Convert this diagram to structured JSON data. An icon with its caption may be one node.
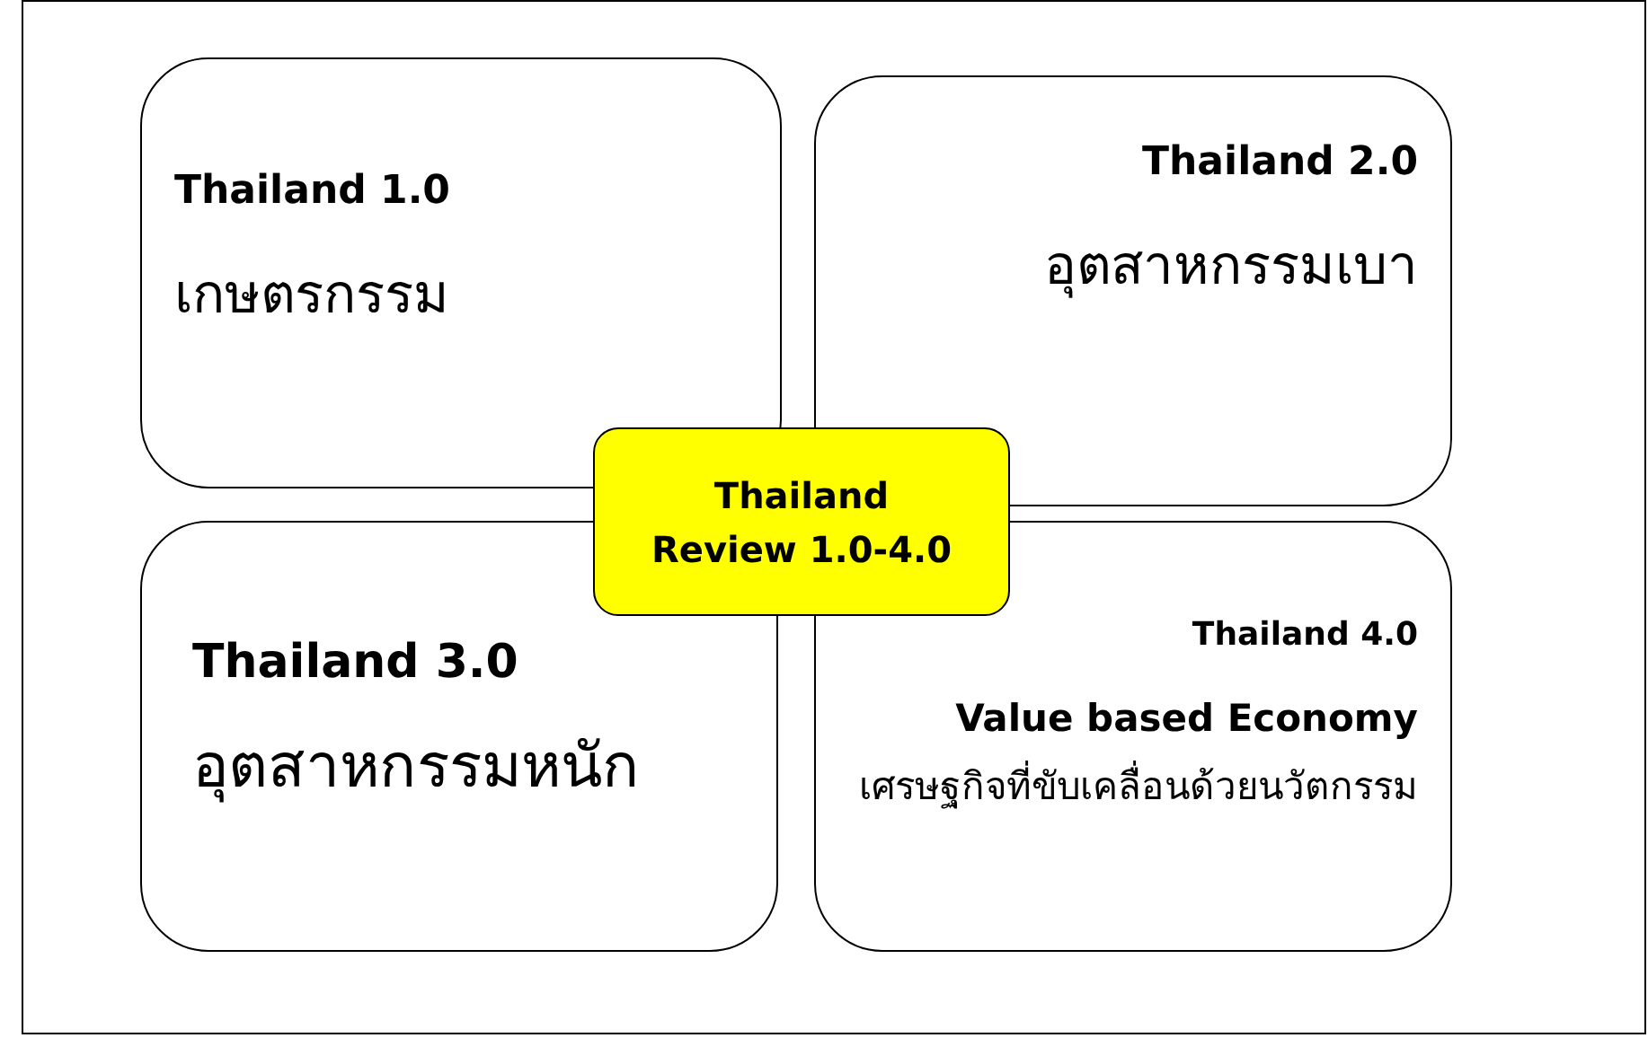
{
  "diagram": {
    "nodes": [
      {
        "text": [
          "Thailand 1.0",
          "เกษตรกรรม"
        ]
      },
      {
        "text": [
          "Thailand 2.0",
          "อุตสาหกรรมเบา"
        ]
      },
      {
        "text": [
          "Thailand Review 1.0-4.0"
        ]
      },
      {
        "text": [
          "Thailand 3.0",
          "อุตสาหกรรมหนัก"
        ]
      },
      {
        "text": [
          "Thailand 4.0",
          "Value based Economy",
          "เศรษฐกิจที่ขับเคลื่อนด้วยนวัตกรรม"
        ]
      }
    ]
  }
}
